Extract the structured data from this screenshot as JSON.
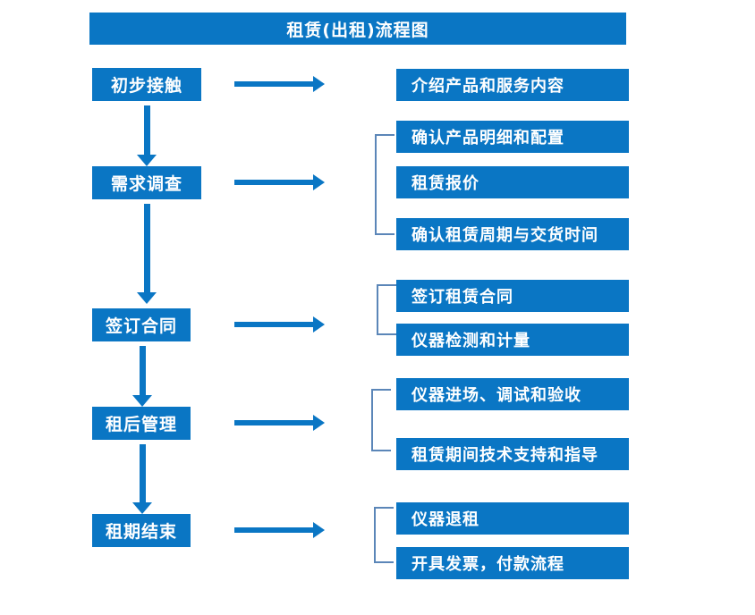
{
  "diagram": {
    "title": "租赁(出租)流程图",
    "colors": {
      "box_fill": "#0a76c4",
      "box_text": "#ffffff",
      "arrow": "#0a76c4",
      "bracket": "#5b86b8",
      "background": "#ffffff"
    },
    "stages": [
      {
        "label": "初步接触"
      },
      {
        "label": "需求调查"
      },
      {
        "label": "签订合同"
      },
      {
        "label": "租后管理"
      },
      {
        "label": "租期结束"
      }
    ],
    "details": [
      {
        "label": "介绍产品和服务内容"
      },
      {
        "label": "确认产品明细和配置"
      },
      {
        "label": "租赁报价"
      },
      {
        "label": "确认租赁周期与交货时间"
      },
      {
        "label": "签订租赁合同"
      },
      {
        "label": "仪器检测和计量"
      },
      {
        "label": "仪器进场、调试和验收"
      },
      {
        "label": "租赁期间技术支持和指导"
      },
      {
        "label": "仪器退租"
      },
      {
        "label": "开具发票，付款流程"
      }
    ]
  }
}
